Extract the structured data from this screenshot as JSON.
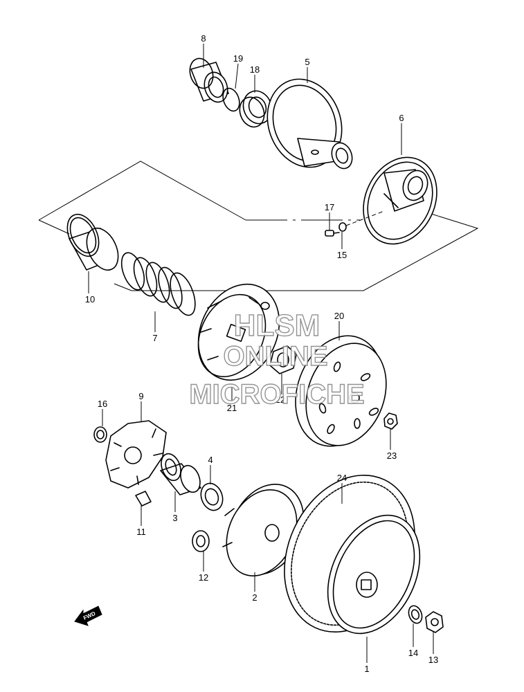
{
  "watermark": {
    "line1": "HLSM",
    "line2": "ONLINE",
    "line3": "MICROFICHE"
  },
  "direction_badge": "FWD",
  "callouts": {
    "n1": "1",
    "n2": "2",
    "n3": "3",
    "n4": "4",
    "n5": "5",
    "n6": "6",
    "n7": "7",
    "n8": "8",
    "n9": "9",
    "n10": "10",
    "n11": "11",
    "n12": "12",
    "n13": "13",
    "n14": "14",
    "n15": "15",
    "n16": "16",
    "n17": "17",
    "n18": "18",
    "n19": "19",
    "n20": "20",
    "n21": "21",
    "n22": "22",
    "n23": "23",
    "n24": "24"
  }
}
